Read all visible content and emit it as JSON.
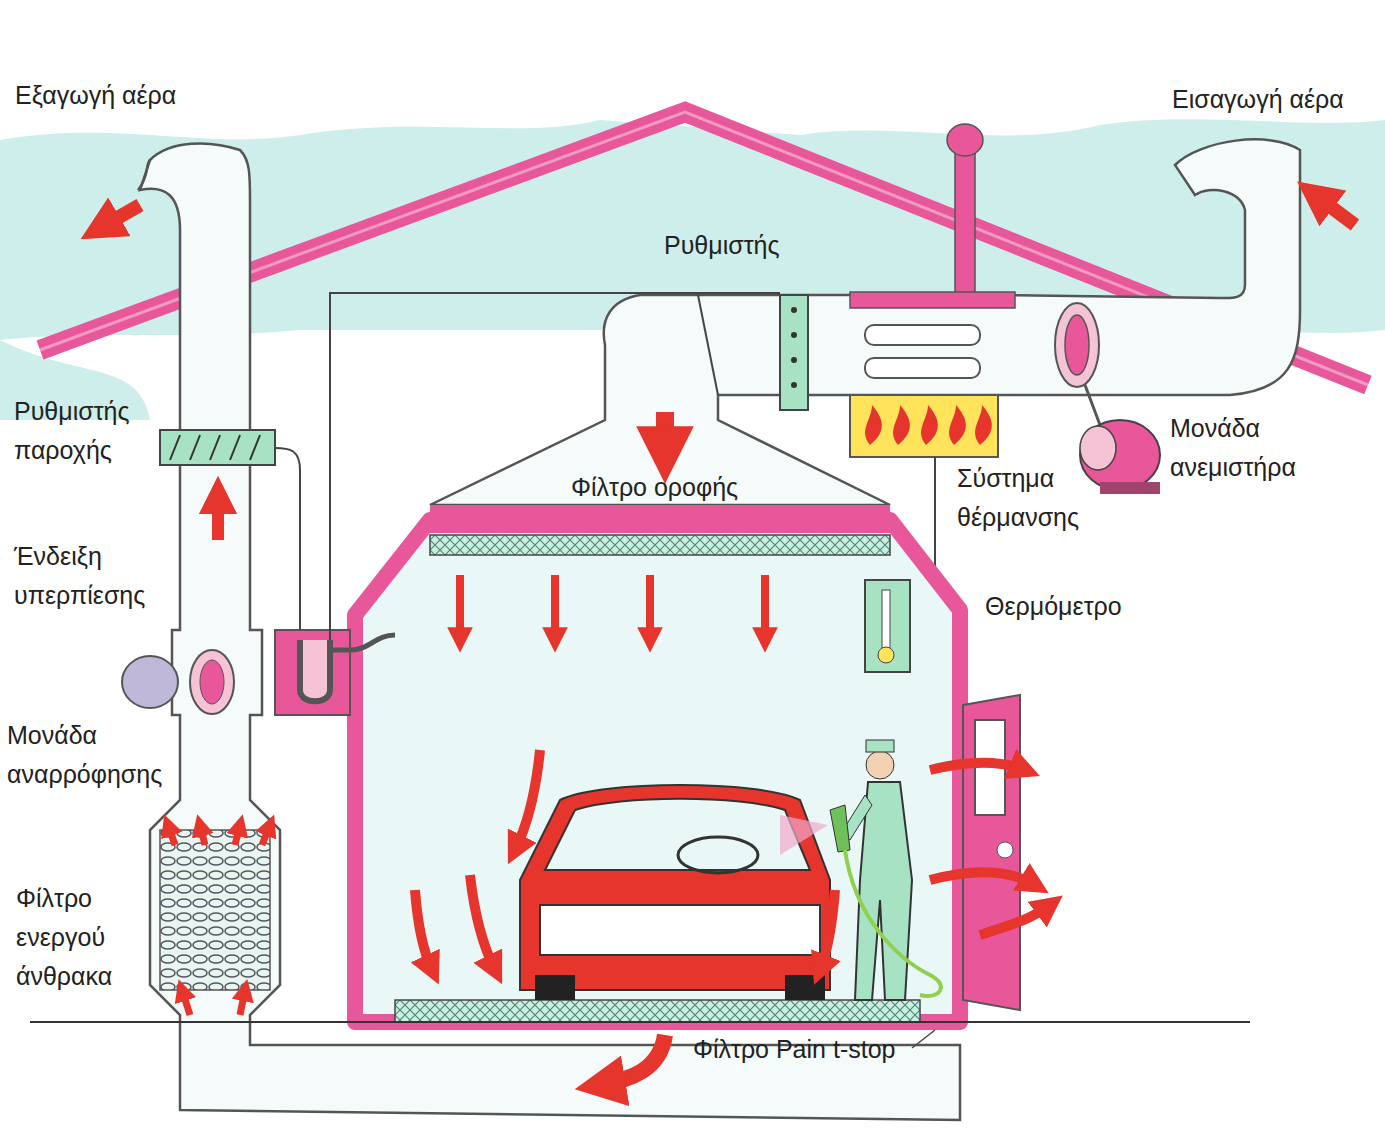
{
  "diagram": {
    "nodes": [
      {
        "text": [
          "Φίλτρο οροφής"
        ]
      }
    ],
    "labels": [
      "Εξαγωγή αέρα",
      "Εισαγωγή αέρα",
      "Ρυθμιστής",
      "Ρυθμιστής παροχής",
      "Ένδειξη υπερπίεσης",
      "Μονάδα αναρρόφησης",
      "Φίλτρο ενεργού άνθρακα",
      "Μονάδα ανεμιστήρα",
      "Σύστημα θέρμανσης",
      "Θερμόμετρο",
      "Φίλτρο Pain t-stop"
    ]
  }
}
